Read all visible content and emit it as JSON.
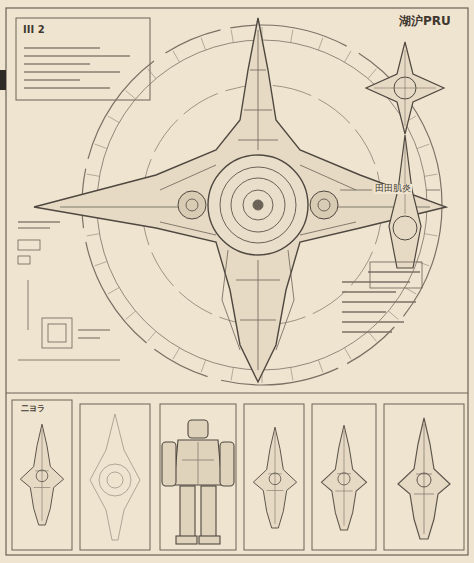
{
  "diagram": {
    "labels": [
      "III 2",
      "湖沪PRU",
      "田田肌炎",
      "二ヨラ"
    ]
  }
}
